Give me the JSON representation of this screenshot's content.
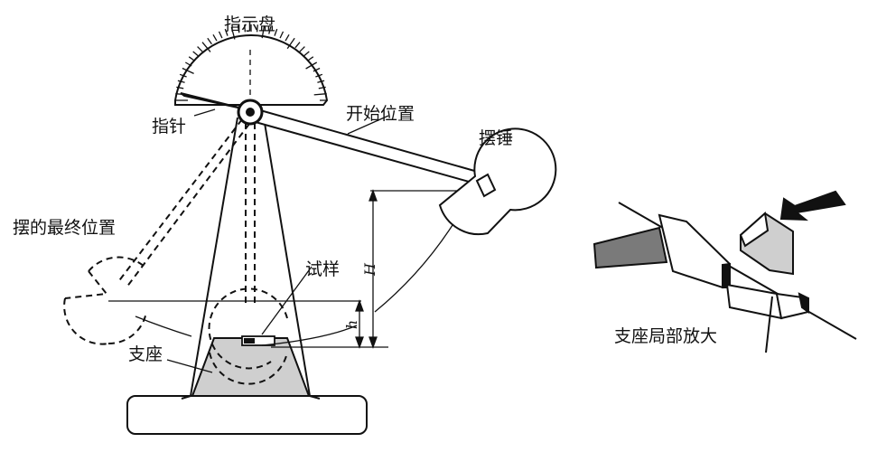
{
  "labels": {
    "dial": "指示盘",
    "pointer": "指针",
    "start_position": "开始位置",
    "hammer": "摆锤",
    "final_position": "摆的最终位置",
    "specimen": "试样",
    "support": "支座",
    "support_detail": "支座局部放大",
    "height_H": "H",
    "height_h": "h"
  },
  "colors": {
    "line": "#111111",
    "fill_light": "#cfcfcf",
    "fill_dark": "#7a7a7a"
  }
}
